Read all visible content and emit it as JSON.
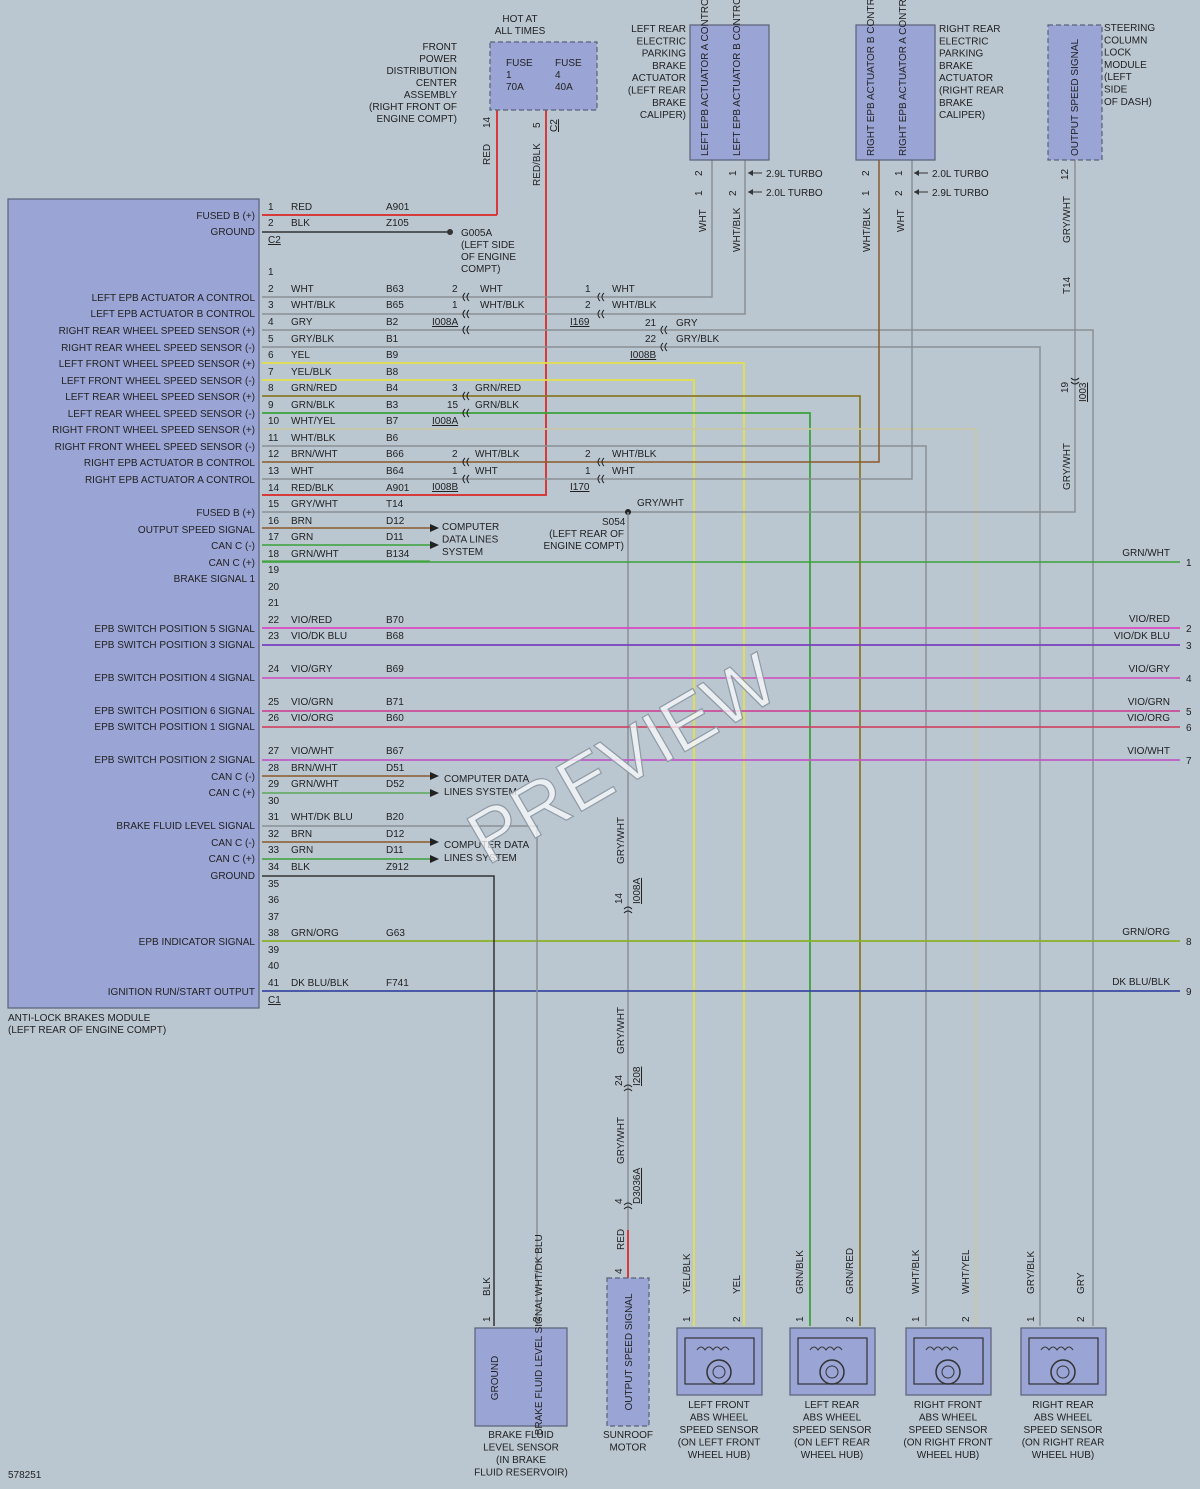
{
  "module": {
    "caption": [
      "ANTI-LOCK BRAKES MODULE",
      "(LEFT REAR OF ENGINE COMPT)"
    ],
    "connectors": [
      "C2",
      "C1"
    ]
  },
  "pins": [
    {
      "n": "1",
      "label": "FUSED B (+)",
      "color": "RED",
      "circuit": "A901"
    },
    {
      "n": "2",
      "label": "GROUND",
      "color": "BLK",
      "circuit": "Z105"
    },
    {
      "n": "1",
      "label": "",
      "color": "",
      "circuit": ""
    },
    {
      "n": "2",
      "label": "LEFT EPB ACTUATOR A CONTROL",
      "color": "WHT",
      "circuit": "B63"
    },
    {
      "n": "3",
      "label": "LEFT EPB ACTUATOR B CONTROL",
      "color": "WHT/BLK",
      "circuit": "B65"
    },
    {
      "n": "4",
      "label": "RIGHT REAR WHEEL SPEED SENSOR (+)",
      "color": "GRY",
      "circuit": "B2"
    },
    {
      "n": "5",
      "label": "RIGHT REAR WHEEL SPEED SENSOR (-)",
      "color": "GRY/BLK",
      "circuit": "B1"
    },
    {
      "n": "6",
      "label": "LEFT FRONT WHEEL SPEED SENSOR (+)",
      "color": "YEL",
      "circuit": "B9"
    },
    {
      "n": "7",
      "label": "LEFT FRONT WHEEL SPEED SENSOR (-)",
      "color": "YEL/BLK",
      "circuit": "B8"
    },
    {
      "n": "8",
      "label": "LEFT REAR WHEEL SPEED SENSOR (+)",
      "color": "GRN/RED",
      "circuit": "B4"
    },
    {
      "n": "9",
      "label": "LEFT REAR WHEEL SPEED SENSOR (-)",
      "color": "GRN/BLK",
      "circuit": "B3"
    },
    {
      "n": "10",
      "label": "RIGHT FRONT WHEEL SPEED SENSOR (+)",
      "color": "WHT/YEL",
      "circuit": "B7"
    },
    {
      "n": "11",
      "label": "RIGHT FRONT WHEEL SPEED SENSOR (-)",
      "color": "WHT/BLK",
      "circuit": "B6"
    },
    {
      "n": "12",
      "label": "RIGHT EPB ACTUATOR B CONTROL",
      "color": "BRN/WHT",
      "circuit": "B66"
    },
    {
      "n": "13",
      "label": "RIGHT EPB ACTUATOR A CONTROL",
      "color": "WHT",
      "circuit": "B64"
    },
    {
      "n": "14",
      "label": "",
      "color": "RED/BLK",
      "circuit": "A901"
    },
    {
      "n": "15",
      "label": "FUSED B (+)",
      "color": "GRY/WHT",
      "circuit": "T14"
    },
    {
      "n": "16",
      "label": "OUTPUT SPEED SIGNAL",
      "color": "BRN",
      "circuit": "D12"
    },
    {
      "n": "17",
      "label": "CAN C (-)",
      "color": "GRN",
      "circuit": "D11"
    },
    {
      "n": "18",
      "label": "CAN C (+)",
      "color": "GRN/WHT",
      "circuit": "B134"
    },
    {
      "n": "19",
      "label": "BRAKE SIGNAL 1",
      "color": "",
      "circuit": ""
    },
    {
      "n": "20",
      "label": "",
      "color": "",
      "circuit": ""
    },
    {
      "n": "21",
      "label": "",
      "color": "",
      "circuit": ""
    },
    {
      "n": "22",
      "label": "EPB SWITCH POSITION 5 SIGNAL",
      "color": "VIO/RED",
      "circuit": "B70"
    },
    {
      "n": "23",
      "label": "EPB SWITCH POSITION 3 SIGNAL",
      "color": "VIO/DK BLU",
      "circuit": "B68"
    },
    {
      "n": "24",
      "label": "EPB SWITCH POSITION 4 SIGNAL",
      "color": "VIO/GRY",
      "circuit": "B69"
    },
    {
      "n": "25",
      "label": "EPB SWITCH POSITION 6 SIGNAL",
      "color": "VIO/GRN",
      "circuit": "B71"
    },
    {
      "n": "26",
      "label": "EPB SWITCH POSITION 1 SIGNAL",
      "color": "VIO/ORG",
      "circuit": "B60"
    },
    {
      "n": "27",
      "label": "EPB SWITCH POSITION 2 SIGNAL",
      "color": "VIO/WHT",
      "circuit": "B67"
    },
    {
      "n": "28",
      "label": "CAN C (-)",
      "color": "BRN/WHT",
      "circuit": "D51"
    },
    {
      "n": "29",
      "label": "CAN C (+)",
      "color": "GRN/WHT",
      "circuit": "D52"
    },
    {
      "n": "30",
      "label": "",
      "color": "",
      "circuit": ""
    },
    {
      "n": "31",
      "label": "BRAKE FLUID LEVEL SIGNAL",
      "color": "WHT/DK BLU",
      "circuit": "B20"
    },
    {
      "n": "32",
      "label": "CAN C (-)",
      "color": "BRN",
      "circuit": "D12"
    },
    {
      "n": "33",
      "label": "CAN C (+)",
      "color": "GRN",
      "circuit": "D11"
    },
    {
      "n": "34",
      "label": "GROUND",
      "color": "BLK",
      "circuit": "Z912"
    },
    {
      "n": "35",
      "label": "",
      "color": "",
      "circuit": ""
    },
    {
      "n": "36",
      "label": "",
      "color": "",
      "circuit": ""
    },
    {
      "n": "37",
      "label": "",
      "color": "",
      "circuit": ""
    },
    {
      "n": "38",
      "label": "EPB INDICATOR SIGNAL",
      "color": "GRN/ORG",
      "circuit": "G63"
    },
    {
      "n": "39",
      "label": "",
      "color": "",
      "circuit": ""
    },
    {
      "n": "40",
      "label": "",
      "color": "",
      "circuit": ""
    },
    {
      "n": "41",
      "label": "IGNITION RUN/START OUTPUT",
      "color": "DK BLU/BLK",
      "circuit": "F741"
    }
  ],
  "exits": [
    {
      "color": "GRN/WHT",
      "n": "1"
    },
    {
      "color": "VIO/RED",
      "n": "2"
    },
    {
      "color": "VIO/DK BLU",
      "n": "3"
    },
    {
      "color": "VIO/GRY",
      "n": "4"
    },
    {
      "color": "VIO/GRN",
      "n": "5"
    },
    {
      "color": "VIO/ORG",
      "n": "6"
    },
    {
      "color": "VIO/WHT",
      "n": "7"
    },
    {
      "color": "GRN/ORG",
      "n": "8"
    },
    {
      "color": "DK BLU/BLK",
      "n": "9"
    }
  ],
  "fuse_box": {
    "header": [
      "HOT AT",
      "ALL TIMES"
    ],
    "label": [
      "FRONT",
      "POWER",
      "DISTRIBUTION",
      "CENTER",
      "ASSEMBLY",
      "(RIGHT FRONT OF",
      "ENGINE COMPT)"
    ],
    "fuses": [
      {
        "lines": [
          "FUSE",
          "1",
          "70A"
        ],
        "pin": "14",
        "wire": "RED"
      },
      {
        "lines": [
          "FUSE",
          "4",
          "40A"
        ],
        "pin": "5",
        "wire": "RED/BLK"
      }
    ],
    "connector": "C2"
  },
  "ground": {
    "id": "G005A",
    "lines": [
      "(LEFT SIDE",
      "OF ENGINE",
      "COMPT)"
    ]
  },
  "left_actuator": {
    "label": [
      "LEFT REAR",
      "ELECTRIC",
      "PARKING",
      "BRAKE",
      "ACTUATOR",
      "(LEFT REAR",
      "BRAKE",
      "CALIPER)"
    ],
    "pins": [
      "LEFT EPB ACTUATOR A CONTROL",
      "LEFT EPB ACTUATOR B CONTROL"
    ],
    "wires": [
      "WHT",
      "WHT/BLK"
    ]
  },
  "right_actuator": {
    "label": [
      "RIGHT REAR",
      "ELECTRIC",
      "PARKING",
      "BRAKE",
      "ACTUATOR",
      "(RIGHT REAR",
      "BRAKE",
      "CALIPER)"
    ],
    "pins": [
      "RIGHT EPB ACTUATOR B CONTROL",
      "RIGHT EPB ACTUATOR A CONTROL"
    ],
    "wires": [
      "WHT/BLK",
      "WHT"
    ]
  },
  "turbo_labels": [
    "2.9L TURBO",
    "2.0L TURBO"
  ],
  "steering_lock": {
    "label": [
      "STEERING",
      "COLUMN",
      "LOCK",
      "MODULE",
      "(LEFT",
      "SIDE",
      "OF DASH)"
    ],
    "pin": "OUTPUT SPEED SIGNAL",
    "wire": [
      "GRY/WHT",
      "T14",
      "GRY/WHT"
    ],
    "pin_no": "12",
    "inline": {
      "pin": "19",
      "conn": "I003"
    }
  },
  "inline_connectors": {
    "i008a_top": "I008A",
    "i169": "I169",
    "i008b_top": "I008B",
    "i008a_mid": "I008A",
    "i008b_low": "I008B",
    "i170": "I170",
    "i008a_vert": "I008A",
    "i208": "I208",
    "d3036a": "D3036A"
  },
  "inline_wires": {
    "left_a": {
      "p1": "2",
      "c1": "WHT",
      "p2": "1",
      "c2": "WHT"
    },
    "left_b": {
      "p1": "1",
      "c1": "WHT/BLK",
      "p2": "2",
      "c2": "WHT/BLK"
    },
    "rr_plus": {
      "p": "21",
      "c": "GRY"
    },
    "rr_minus": {
      "p": "22",
      "c": "GRY/BLK"
    },
    "lr_plus": {
      "p": "3",
      "c": "GRN/RED"
    },
    "lr_minus": {
      "p": "15",
      "c": "GRN/BLK"
    },
    "right_b": {
      "p1": "2",
      "c1": "WHT/BLK",
      "p2": "2",
      "c2": "WHT/BLK"
    },
    "right_a": {
      "p1": "1",
      "c1": "WHT",
      "p2": "1",
      "c2": "WHT"
    }
  },
  "splice": {
    "wire": "GRY/WHT",
    "id": "S054",
    "lines": [
      "(LEFT REAR OF",
      "ENGINE COMPT)"
    ]
  },
  "can_labels": {
    "upper": [
      "COMPUTER",
      "DATA LINES",
      "SYSTEM"
    ],
    "middle": [
      "COMPUTER DATA",
      "LINES SYSTEM"
    ],
    "lower": [
      "COMPUTER DATA",
      "LINES SYSTEM"
    ]
  },
  "vertical_path": {
    "wire1": "GRY/WHT",
    "pin1": "14",
    "wire2": "GRY/WHT",
    "pin2": "24",
    "wire3": "GRY/WHT",
    "pin3": "4",
    "wire4": "RED",
    "pin4": "4"
  },
  "components": [
    {
      "id": "brake-fluid",
      "pins": [
        "GROUND",
        "BRAKE FLUID LEVEL SIGNAL"
      ],
      "wires": [
        "BLK",
        "WHT/DK BLU"
      ],
      "label": [
        "BRAKE FLUID",
        "LEVEL SENSOR",
        "(IN BRAKE",
        "FLUID RESERVOIR)"
      ]
    },
    {
      "id": "sunroof",
      "pins": [
        "OUTPUT SPEED SIGNAL"
      ],
      "label": [
        "SUNROOF",
        "MOTOR"
      ]
    },
    {
      "id": "lf-sensor",
      "wires": [
        "YEL/BLK",
        "YEL"
      ],
      "label": [
        "LEFT FRONT",
        "ABS WHEEL",
        "SPEED SENSOR",
        "(ON LEFT FRONT",
        "WHEEL HUB)"
      ]
    },
    {
      "id": "lr-sensor",
      "wires": [
        "GRN/BLK",
        "GRN/RED"
      ],
      "label": [
        "LEFT REAR",
        "ABS WHEEL",
        "SPEED SENSOR",
        "(ON LEFT REAR",
        "WHEEL HUB)"
      ]
    },
    {
      "id": "rf-sensor",
      "wires": [
        "WHT/BLK",
        "WHT/YEL"
      ],
      "label": [
        "RIGHT FRONT",
        "ABS WHEEL",
        "SPEED SENSOR",
        "(ON RIGHT FRONT",
        "WHEEL HUB)"
      ]
    },
    {
      "id": "rr-sensor",
      "wires": [
        "GRY/BLK",
        "GRY"
      ],
      "label": [
        "RIGHT REAR",
        "ABS WHEEL",
        "SPEED SENSOR",
        "(ON RIGHT REAR",
        "WHEEL HUB)"
      ]
    }
  ],
  "diagram_id": "578251",
  "watermark": "PREVIEW",
  "colors": {
    "background": "#bac6d0",
    "box_fill": "#9aa5d6",
    "red": "#d63a3a",
    "gray": "#8a8f94",
    "yellow": "#e3e04a",
    "green": "#3aa23a",
    "olive": "#8a7a2a",
    "magenta": "#cc44cc",
    "blue": "#3a4aa2",
    "black": "#333333",
    "brown": "#8b5a2b"
  }
}
